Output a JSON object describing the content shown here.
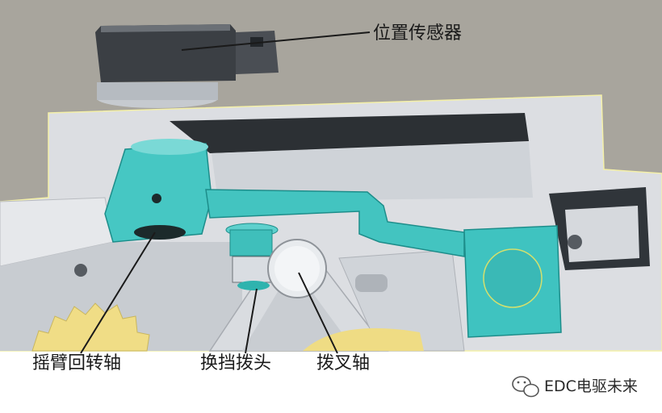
{
  "labels": {
    "position_sensor": "位置传感器",
    "rocker_axis": "摇臂回转轴",
    "shift_finger": "换挡拨头",
    "fork_shaft": "拨叉轴"
  },
  "watermark": {
    "text": "EDC电驱未来",
    "icon": "wechat-icon"
  },
  "colors": {
    "background": "#a8a59d",
    "housing": "#e4e6ea",
    "shadow": "#2b2f33",
    "teal": "#3fc3c0",
    "gear": "#f1e08a"
  }
}
